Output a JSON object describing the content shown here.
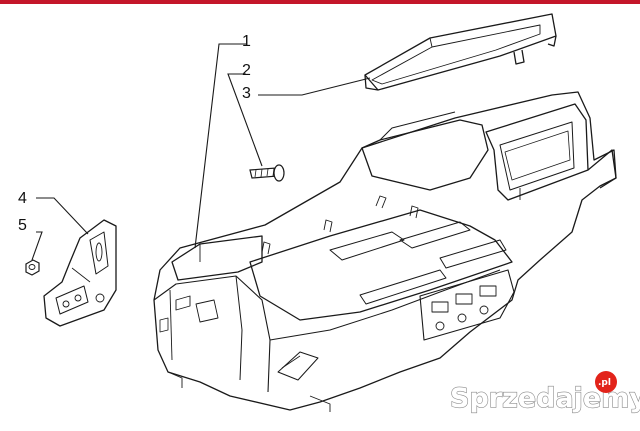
{
  "callouts": {
    "c1": "1",
    "c2": "2",
    "c3": "3",
    "c4": "4",
    "c5": "5"
  },
  "watermark": {
    "text": "Sprzedajemy",
    "badge": ".pl",
    "badge_color": "#e2231a"
  },
  "colors": {
    "top_bar": "#c4162a",
    "line": "#1a1a1a"
  }
}
